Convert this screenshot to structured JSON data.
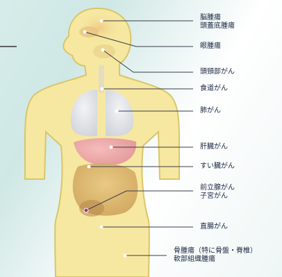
{
  "labels": [
    {
      "id": "brain",
      "lines": [
        "脳腫瘍",
        "頭蓋底腫瘍"
      ]
    },
    {
      "id": "eye",
      "lines": [
        "眼腫瘍"
      ]
    },
    {
      "id": "head-neck",
      "lines": [
        "頭頸部がん"
      ]
    },
    {
      "id": "esophagus",
      "lines": [
        "食道がん"
      ]
    },
    {
      "id": "lung",
      "lines": [
        "肺がん"
      ]
    },
    {
      "id": "liver",
      "lines": [
        "肝臓がん"
      ]
    },
    {
      "id": "pancreas",
      "lines": [
        "すい臓がん"
      ]
    },
    {
      "id": "prostate-uterus",
      "lines": [
        "前立腺がん",
        "子宮がん"
      ]
    },
    {
      "id": "rectum",
      "lines": [
        "直腸がん"
      ]
    },
    {
      "id": "bone-soft",
      "lines": [
        "骨腫瘍（特に骨盤・脊椎）",
        "軟部組織腫瘍"
      ]
    }
  ],
  "colors": {
    "body": "#f6e8a0",
    "body_outline": "#d9c56a",
    "lung": "#e3e6ea",
    "liver": "#e9a2a8",
    "intestine": "#d9b46a",
    "leader": "#3a3a4a",
    "marker": "#ffffff"
  }
}
